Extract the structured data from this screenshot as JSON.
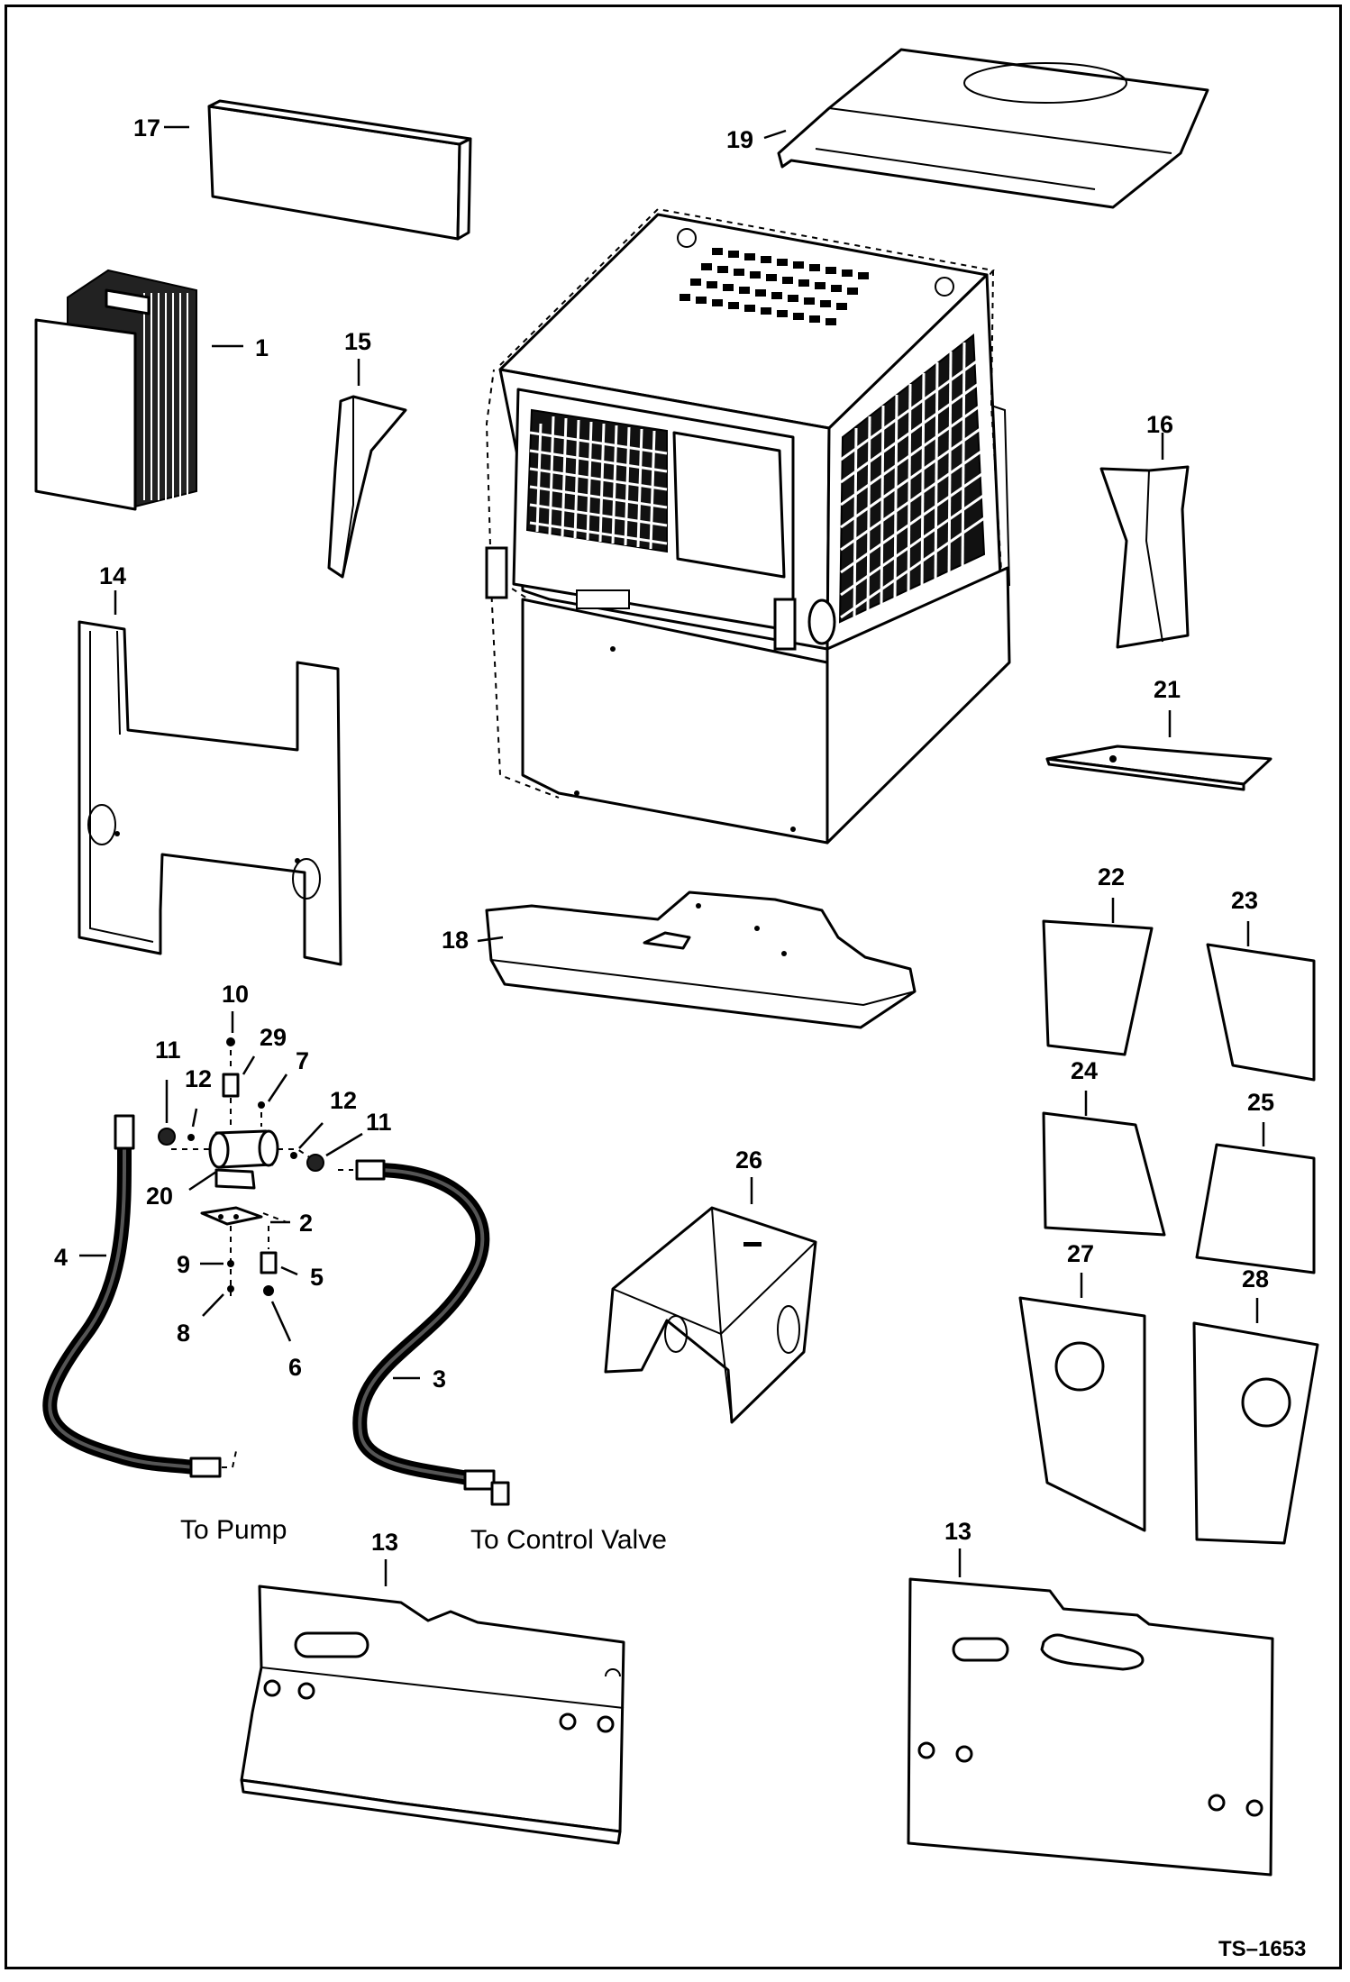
{
  "diagram": {
    "drawing_number": "TS–1653",
    "captions": {
      "to_pump": "To Pump",
      "to_control_valve": "To Control Valve"
    },
    "callouts": {
      "c1": "1",
      "c2": "2",
      "c3": "3",
      "c4": "4",
      "c5": "5",
      "c6": "6",
      "c7": "7",
      "c8": "8",
      "c9": "9",
      "c10": "10",
      "c11a": "11",
      "c11b": "11",
      "c12a": "12",
      "c12b": "12",
      "c13a": "13",
      "c13b": "13",
      "c14": "14",
      "c15": "15",
      "c16": "16",
      "c17": "17",
      "c18": "18",
      "c19": "19",
      "c20": "20",
      "c21": "21",
      "c22": "22",
      "c23": "23",
      "c24": "24",
      "c25": "25",
      "c26": "26",
      "c27": "27",
      "c28": "28",
      "c29": "29"
    }
  }
}
